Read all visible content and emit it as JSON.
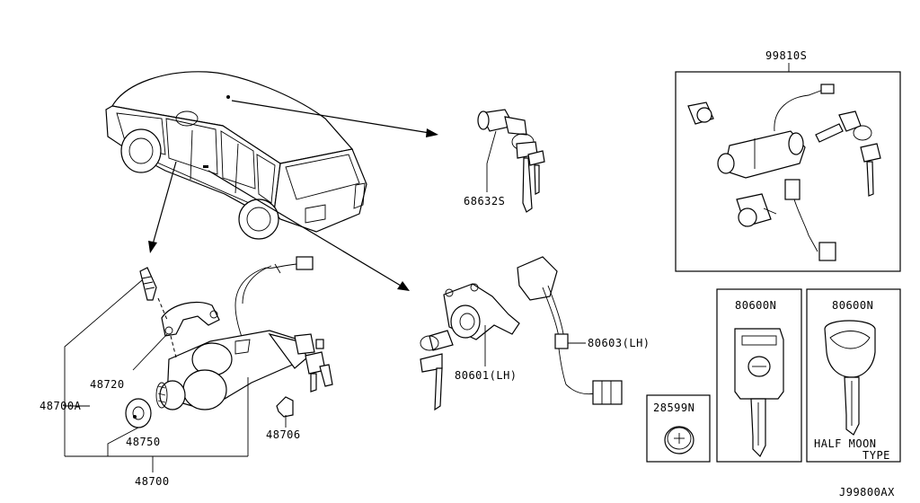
{
  "diagram_id": "J99800AX",
  "labels": {
    "p99810s": "99810S",
    "p68632s": "68632S",
    "p80603lh": "80603(LH)",
    "p80601lh": "80601(LH)",
    "p80600n_a": "80600N",
    "p80600n_b": "80600N",
    "p28599n": "28599N",
    "p48720": "48720",
    "p48700a": "48700A",
    "p48750": "48750",
    "p48706": "48706",
    "p48700": "48700",
    "half_moon": "HALF MOON",
    "type": "TYPE"
  }
}
